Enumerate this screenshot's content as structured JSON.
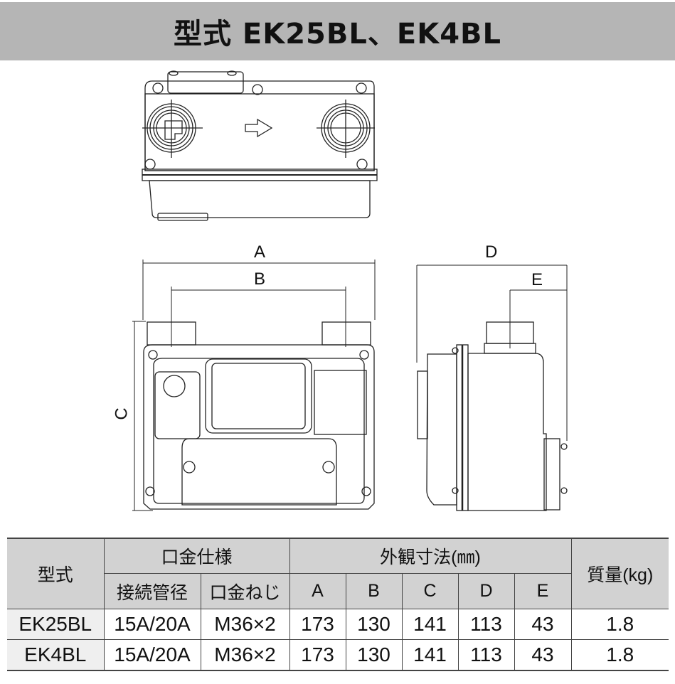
{
  "title": "型式 EK25BL、EK4BL",
  "drawing": {
    "flow_arrow_icon": "right-arrow",
    "dimension_labels": {
      "A": "A",
      "B": "B",
      "C": "C",
      "D": "D",
      "E": "E"
    }
  },
  "table": {
    "headers": {
      "model": "型式",
      "fitting_spec": "口金仕様",
      "pipe_diameter": "接続管径",
      "fitting_thread": "口金ねじ",
      "dimensions": "外観寸法(㎜)",
      "dim_A": "A",
      "dim_B": "B",
      "dim_C": "C",
      "dim_D": "D",
      "dim_E": "E",
      "weight": "質量(kg)"
    },
    "rows": [
      {
        "model": "EK25BL",
        "pipe_diameter": "15A/20A",
        "fitting_thread": "M36×2",
        "A": "173",
        "B": "130",
        "C": "141",
        "D": "113",
        "E": "43",
        "weight": "1.8"
      },
      {
        "model": "EK4BL",
        "pipe_diameter": "15A/20A",
        "fitting_thread": "M36×2",
        "A": "173",
        "B": "130",
        "C": "141",
        "D": "113",
        "E": "43",
        "weight": "1.8"
      }
    ]
  }
}
